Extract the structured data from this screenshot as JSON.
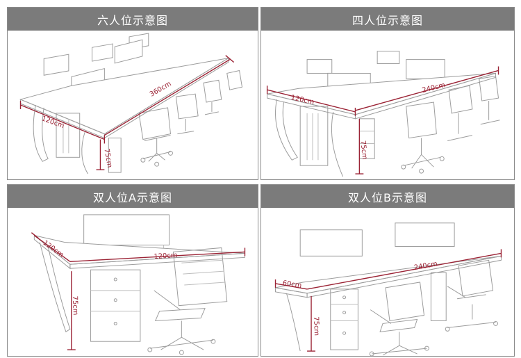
{
  "panels": [
    {
      "title": "六人位示意图",
      "dims": {
        "width": "120cm",
        "length": "360cm",
        "height": "75cm"
      }
    },
    {
      "title": "四人位示意图",
      "dims": {
        "width": "120cm",
        "length": "240cm",
        "height": "75cm"
      }
    },
    {
      "title": "双人位A示意图",
      "dims": {
        "width": "120cm",
        "length": "120cm",
        "height": "75cm"
      }
    },
    {
      "title": "双人位B示意图",
      "dims": {
        "width": "60cm",
        "length": "240cm",
        "height": "75cm"
      }
    }
  ]
}
